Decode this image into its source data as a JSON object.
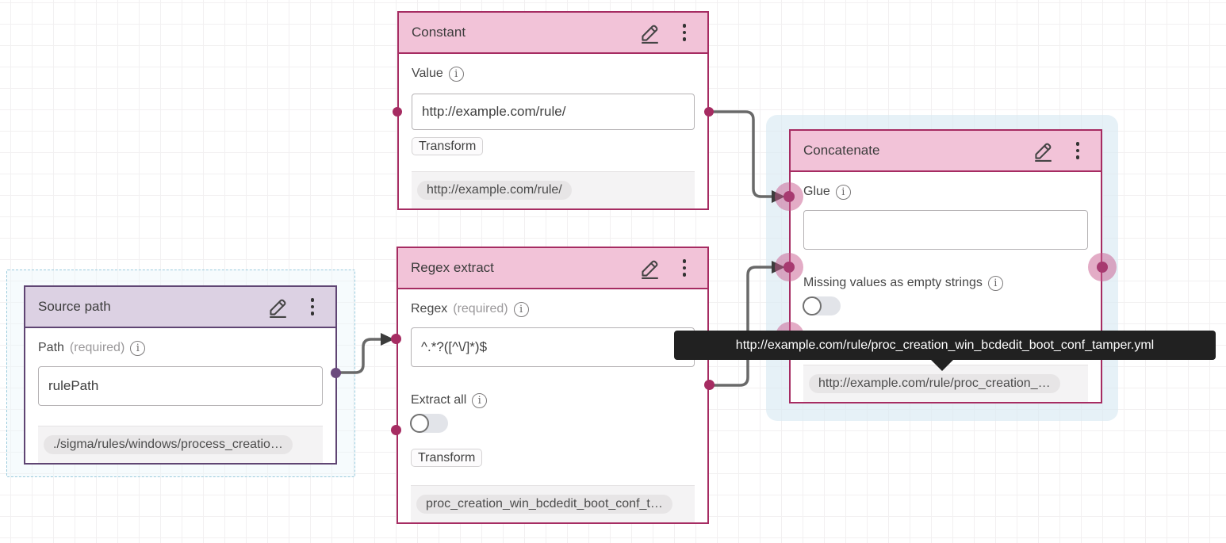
{
  "tooltip": {
    "text": "http://example.com/rule/proc_creation_win_bcdedit_boot_conf_tamper.yml"
  },
  "nodes": {
    "constant": {
      "title": "Constant",
      "value_label": "Value",
      "value": "http://example.com/rule/",
      "transform_label": "Transform",
      "output_value": "http://example.com/rule/"
    },
    "regex_extract": {
      "title": "Regex extract",
      "regex_label": "Regex",
      "required": "(required)",
      "regex_value": "^.*?([^\\/]*)$",
      "extract_all_label": "Extract all",
      "transform_label": "Transform",
      "output_value": "proc_creation_win_bcdedit_boot_conf_t…"
    },
    "concatenate": {
      "title": "Concatenate",
      "glue_label": "Glue",
      "glue_value": "",
      "missing_label": "Missing values as empty strings",
      "output_value": "http://example.com/rule/proc_creation_…"
    },
    "source_path": {
      "title": "Source path",
      "path_label": "Path",
      "required": "(required)",
      "path_value": "rulePath",
      "output_value": "./sigma/rules/windows/process_creatio…"
    }
  },
  "info_glyph": "i",
  "colors": {
    "node_border_pink": "#a62c62",
    "node_header_pink": "#f2c3d8",
    "node_border_purple": "#5f4573",
    "node_header_purple": "#dcd1e3",
    "wire": "#696969",
    "port_center": "#a73a70",
    "tooltip_bg": "#212121",
    "selection_blue": "#9bcbdd"
  }
}
